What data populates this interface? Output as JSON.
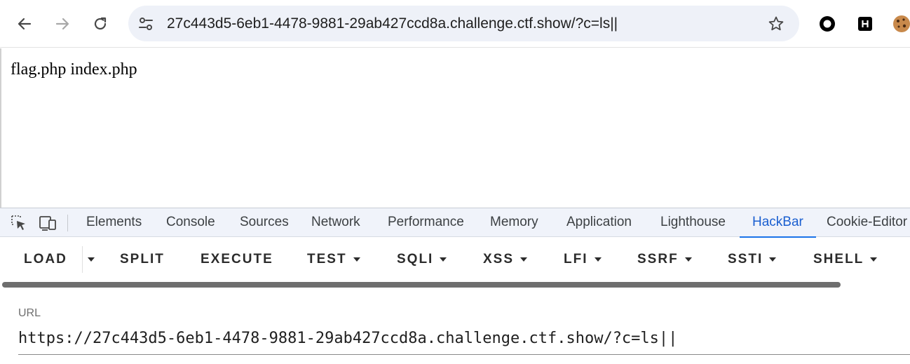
{
  "browser": {
    "address_bar": "27c443d5-6eb1-4478-9881-29ab427ccd8a.challenge.ctf.show/?c=ls||"
  },
  "page": {
    "content": "flag.php index.php"
  },
  "devtools": {
    "tabs": [
      {
        "label": "Elements"
      },
      {
        "label": "Console"
      },
      {
        "label": "Sources"
      },
      {
        "label": "Network"
      },
      {
        "label": "Performance"
      },
      {
        "label": "Memory"
      },
      {
        "label": "Application"
      },
      {
        "label": "Lighthouse"
      },
      {
        "label": "HackBar"
      },
      {
        "label": "Cookie-Editor"
      }
    ],
    "active_tab": "HackBar"
  },
  "hackbar": {
    "buttons": [
      {
        "label": "LOAD"
      },
      {
        "label": "SPLIT"
      },
      {
        "label": "EXECUTE"
      },
      {
        "label": "TEST"
      },
      {
        "label": "SQLI"
      },
      {
        "label": "XSS"
      },
      {
        "label": "LFI"
      },
      {
        "label": "SSRF"
      },
      {
        "label": "SSTI"
      },
      {
        "label": "SHELL"
      }
    ],
    "url_label": "URL",
    "url_value": "https://27c443d5-6eb1-4478-9881-29ab427ccd8a.challenge.ctf.show/?c=ls||"
  },
  "colors": {
    "accent": "#1a73e8",
    "omnibox_bg": "#eef1f8",
    "devtools_tab_bg": "#f0f3fa"
  },
  "icons": [
    "back-arrow-icon",
    "forward-arrow-icon",
    "reload-icon",
    "site-settings-icon",
    "bookmark-star-icon",
    "circle-extension-icon",
    "h-extension-icon",
    "cookie-extension-icon",
    "inspect-element-icon",
    "device-toolbar-icon"
  ]
}
